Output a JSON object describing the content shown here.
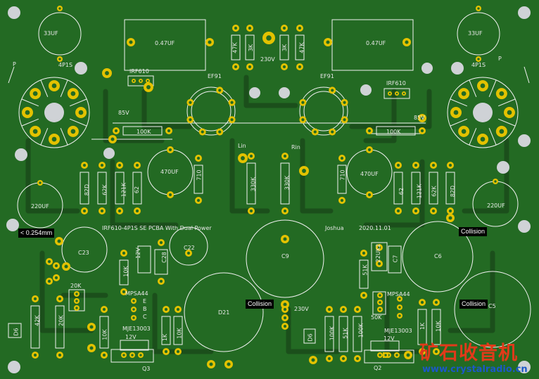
{
  "colors": {
    "board": "#236a23",
    "trace": "#1b4f1b",
    "silk": "#f2f2f2",
    "pad": "#e3c200",
    "hole": "#cfd2d6",
    "watermark_red": "#e23a1a",
    "watermark_blue": "#1a58c8"
  },
  "silkscreen": {
    "c_33uf_left": "33UF",
    "c_33uf_right": "33UF",
    "cap_047_left": "0.47UF",
    "cap_047_right": "0.47UF",
    "r_47k_a": "47K",
    "r_3k_a": "3K",
    "r_3k_b": "3K",
    "r_47k_b": "47K",
    "v_230_top": "230V",
    "p_left": "P",
    "p_right": "P",
    "tube_4p1s_left": "4P1S",
    "tube_4p1s_right": "4P1S",
    "irf610_left": "IRF610",
    "irf610_right": "IRF610",
    "ef91_left": "EF91",
    "ef91_right": "EF91",
    "v85_left": "85V",
    "v85_right": "85V",
    "r_100k_left": "100K",
    "r_100k_right": "100K",
    "lin": "Lin",
    "rin": "Rin",
    "c_470uf_left": "470UF",
    "c_470uf_right": "470UF",
    "r_710_left": "710",
    "r_710_right": "710",
    "r_330k_left": "330K",
    "r_330k_right": "330K",
    "r_82d_left": "82D",
    "r_62k_left": "62K",
    "r_121k_left": "121K",
    "r_62_left": "62",
    "r_62_right": "62",
    "r_121k_right": "121K",
    "r_62k_right": "62K",
    "r_82d_right": "82D",
    "c_220uf_left": "220UF",
    "c_220uf_right": "220UF",
    "board_title": "IRF610-4P1S SE PCBA With Dual Power",
    "author": "Joshua",
    "date": "2020.11.01",
    "c23": "C23",
    "c22": "C22",
    "c28": "C28",
    "c9": "C9",
    "c6": "C6",
    "c5": "C5",
    "c7": "C7",
    "v12_a": "12V",
    "r_10k_a": "10K",
    "r_20k_a": "20K",
    "mpsa44_left": "MPSA44",
    "mpsa44_right": "MPSA44",
    "ebc_e": "E",
    "ebc_b": "B",
    "ebc_c": "C",
    "mje13003_left": "MJE13003",
    "mje13003_right": "MJE13003",
    "v12_b": "12V",
    "v12_c": "12V",
    "r_42k": "42K",
    "r_20k_b": "20K",
    "r_10k_b": "10K",
    "r_1k_a": "1K",
    "r_10k_c": "10K",
    "d6_left": "D6",
    "d6_right": "D6",
    "c_d21": "D21",
    "v230_bottom": "230V",
    "r_51k_a": "51K",
    "r_22uk2": "22UK2",
    "r_100k_b": "100K",
    "r_51k_b": "51K",
    "r_100k_c": "100K",
    "r_50k": "50K",
    "r_1k_b": "1K",
    "r_10k_d": "10K",
    "q3": "Q3",
    "q2": "Q2"
  },
  "drc_markers": {
    "clearance": "< 0.254mm",
    "collision_1": "Collision",
    "collision_2": "Collision",
    "collision_3": "Collision"
  },
  "watermark": {
    "brand": "矿石收音机",
    "url": "www.crystalradio.cn"
  }
}
